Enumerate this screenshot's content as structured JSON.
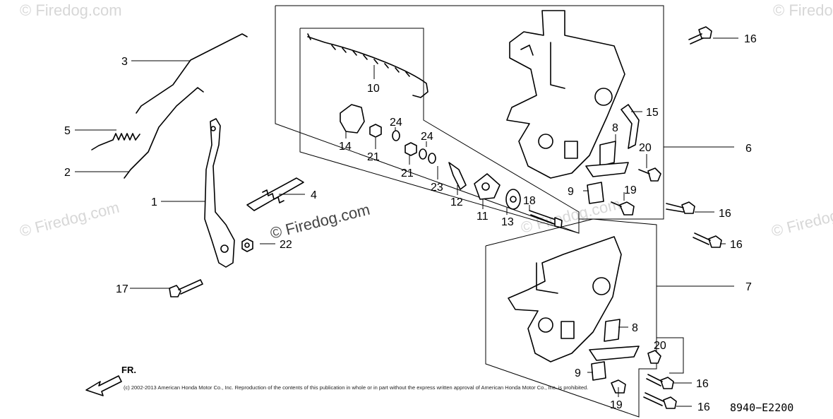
{
  "watermark": {
    "text": "© Firedog.com",
    "center_text": "© Firedog.com"
  },
  "callouts": [
    {
      "id": "c1",
      "num": "1"
    },
    {
      "id": "c2",
      "num": "2"
    },
    {
      "id": "c3",
      "num": "3"
    },
    {
      "id": "c4",
      "num": "4"
    },
    {
      "id": "c5",
      "num": "5"
    },
    {
      "id": "c6",
      "num": "6"
    },
    {
      "id": "c7",
      "num": "7"
    },
    {
      "id": "c8a",
      "num": "8"
    },
    {
      "id": "c8b",
      "num": "8"
    },
    {
      "id": "c9a",
      "num": "9"
    },
    {
      "id": "c9b",
      "num": "9"
    },
    {
      "id": "c10",
      "num": "10"
    },
    {
      "id": "c11",
      "num": "11"
    },
    {
      "id": "c12",
      "num": "12"
    },
    {
      "id": "c13",
      "num": "13"
    },
    {
      "id": "c14",
      "num": "14"
    },
    {
      "id": "c15",
      "num": "15"
    },
    {
      "id": "c16a",
      "num": "16"
    },
    {
      "id": "c16b",
      "num": "16"
    },
    {
      "id": "c16c",
      "num": "16"
    },
    {
      "id": "c16d",
      "num": "16"
    },
    {
      "id": "c16e",
      "num": "16"
    },
    {
      "id": "c17",
      "num": "17"
    },
    {
      "id": "c18",
      "num": "18"
    },
    {
      "id": "c19a",
      "num": "19"
    },
    {
      "id": "c19b",
      "num": "19"
    },
    {
      "id": "c20a",
      "num": "20"
    },
    {
      "id": "c20b",
      "num": "20"
    },
    {
      "id": "c21a",
      "num": "21"
    },
    {
      "id": "c21b",
      "num": "21"
    },
    {
      "id": "c22",
      "num": "22"
    },
    {
      "id": "c23",
      "num": "23"
    },
    {
      "id": "c24a",
      "num": "24"
    },
    {
      "id": "c24b",
      "num": "24"
    }
  ],
  "direction_label": "FR.",
  "copyright": "(c) 2002-2013 American Honda Motor Co., Inc. Reproduction of the contents of this publication in whole or in part without the express written approval of American Honda Motor Co., Inc. is prohibited.",
  "diagram_code": "8940−E2200"
}
